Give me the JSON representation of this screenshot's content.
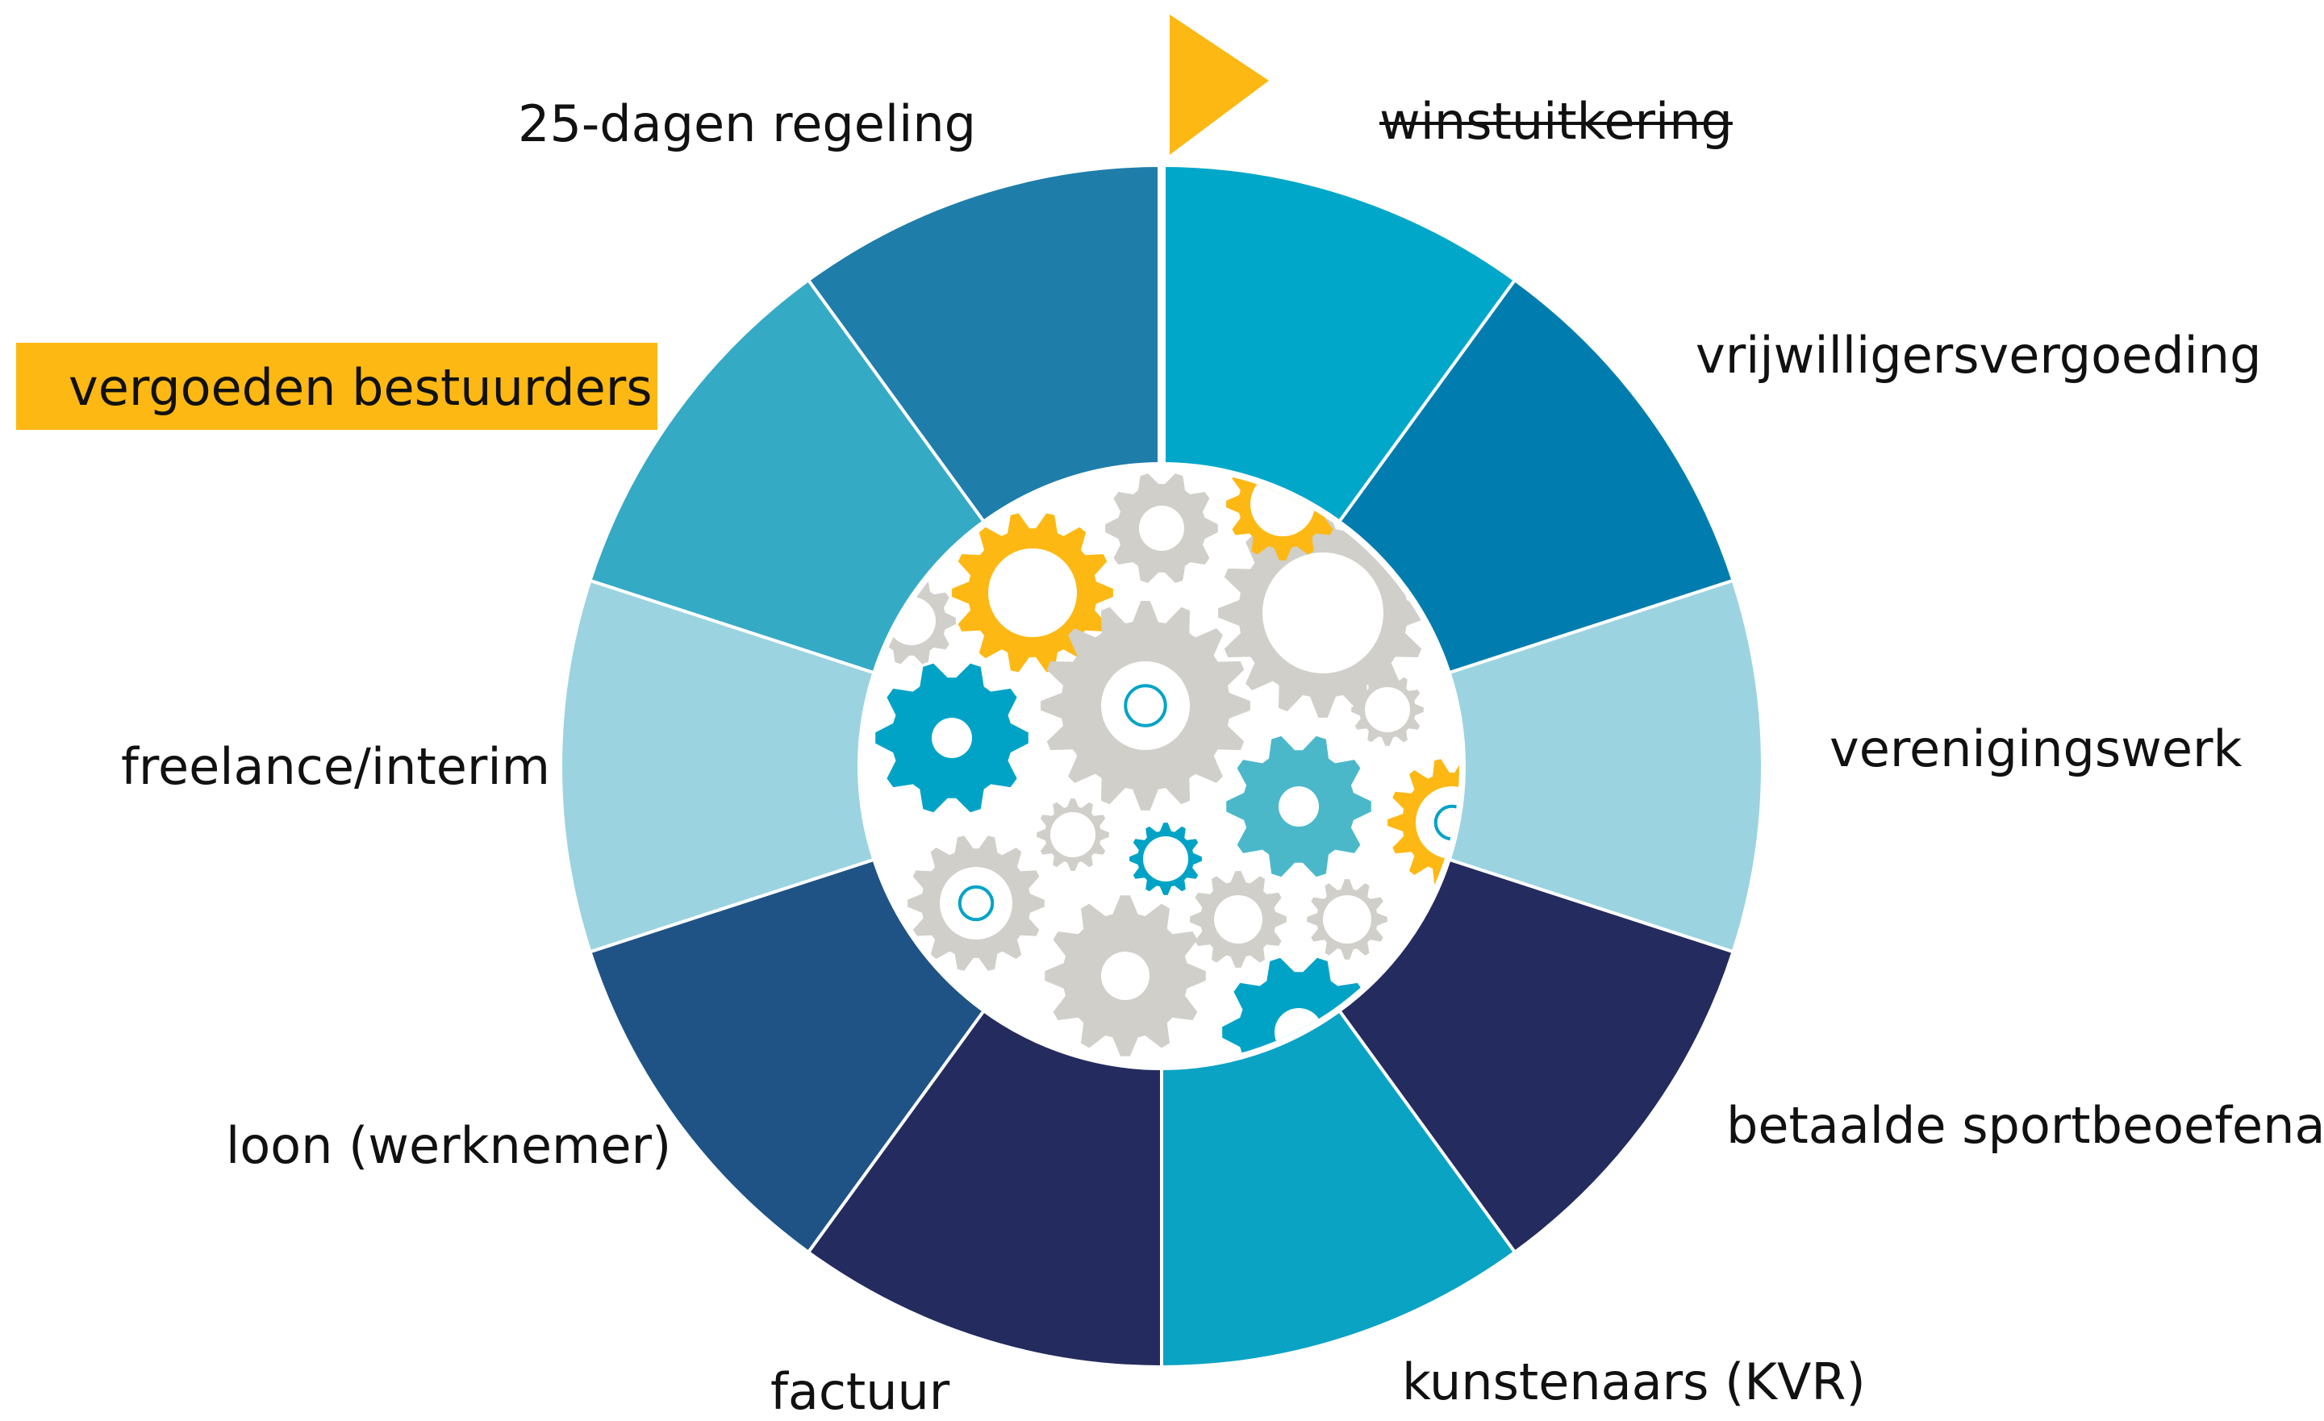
{
  "wheel": {
    "segments": [
      {
        "label": "winstuitkering",
        "color": "#00A7C8",
        "struck_through": true
      },
      {
        "label": "vrijwilligersvergoeding",
        "color": "#007DAE"
      },
      {
        "label": "verenigingswerk",
        "color": "#9BD4E0"
      },
      {
        "label": "betaalde sportbeoefenaar",
        "color": "#242B5E"
      },
      {
        "label": "kunstenaars (KVR)",
        "color": "#0AA3C4"
      },
      {
        "label": "factuur",
        "color": "#242B5E"
      },
      {
        "label": "loon (werknemer)",
        "color": "#1F5385"
      },
      {
        "label": "freelance/interim",
        "color": "#9BD4E0"
      },
      {
        "label": "vergoeden bestuurders",
        "color": "#35AAC5",
        "highlighted": true,
        "highlight_color": "#FDB813"
      },
      {
        "label": "25-dagen regeling",
        "color": "#1F7DAA"
      }
    ],
    "pointer_flag_color": "#FDB813",
    "gear_colors": {
      "yellow": "#FDB813",
      "grey": "#D0CFC9",
      "teal": "#00A3C6",
      "light_teal": "#4BB8CA"
    }
  }
}
